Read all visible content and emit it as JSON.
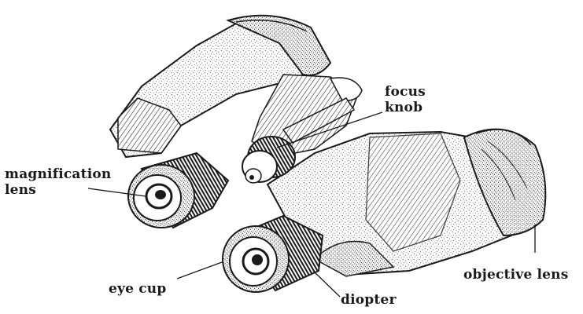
{
  "labels": {
    "focus_knob_line1": "focus",
    "focus_knob_line2": "knob",
    "magnification_lens_line1": "magnification",
    "magnification_lens_line2": "lens",
    "eye_cup": "eye cup",
    "diopter": "diopter",
    "objective_lens": "objective lens"
  },
  "colors": {
    "ink": "#1a1a1a",
    "paper": "#ffffff",
    "stipple": "#2b2b2b"
  }
}
